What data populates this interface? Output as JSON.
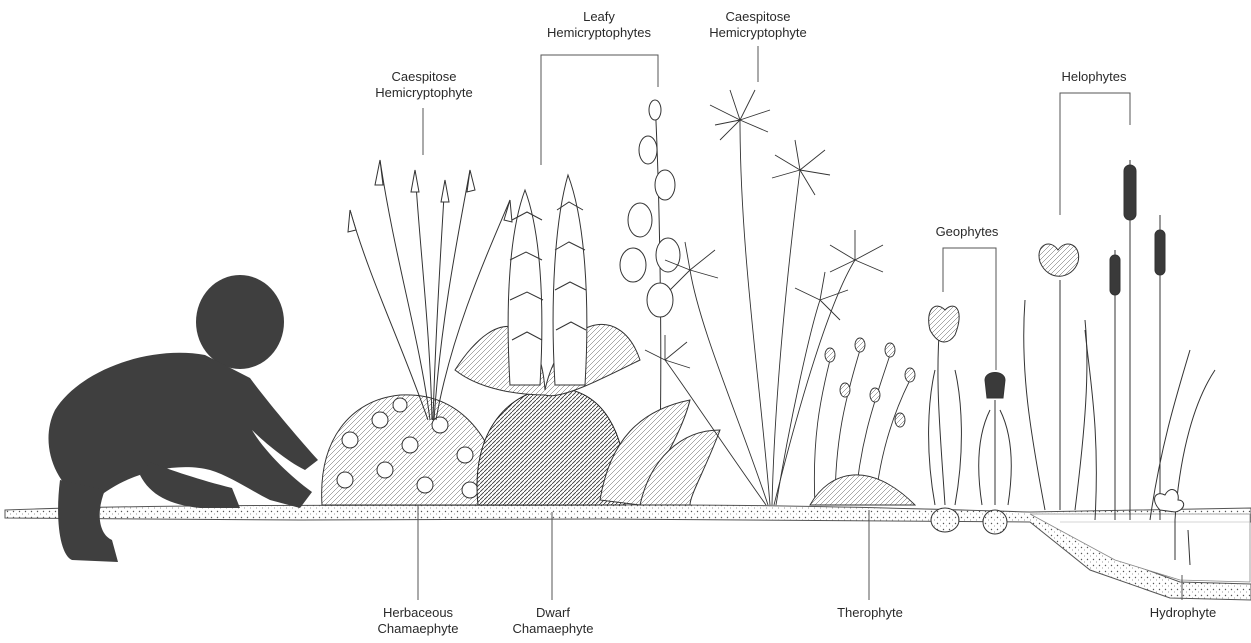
{
  "labels": {
    "caespitose_left": {
      "line1": "Caespitose",
      "line2": "Hemicryptophyte"
    },
    "leafy": {
      "line1": "Leafy",
      "line2": "Hemicryptophytes"
    },
    "caespitose_right": {
      "line1": "Caespitose",
      "line2": "Hemicryptophyte"
    },
    "helophytes": {
      "line1": "Helophytes"
    },
    "geophytes": {
      "line1": "Geophytes"
    },
    "herbaceous": {
      "line1": "Herbaceous",
      "line2": "Chamaephyte"
    },
    "dwarf": {
      "line1": "Dwarf",
      "line2": "Chamaephyte"
    },
    "therophyte": {
      "line1": "Therophyte"
    },
    "hydrophyte": {
      "line1": "Hydrophyte"
    }
  },
  "colors": {
    "ink": "#2a2a2a",
    "silhouette": "#3f3f3f",
    "ground": "#6a6a6a"
  }
}
